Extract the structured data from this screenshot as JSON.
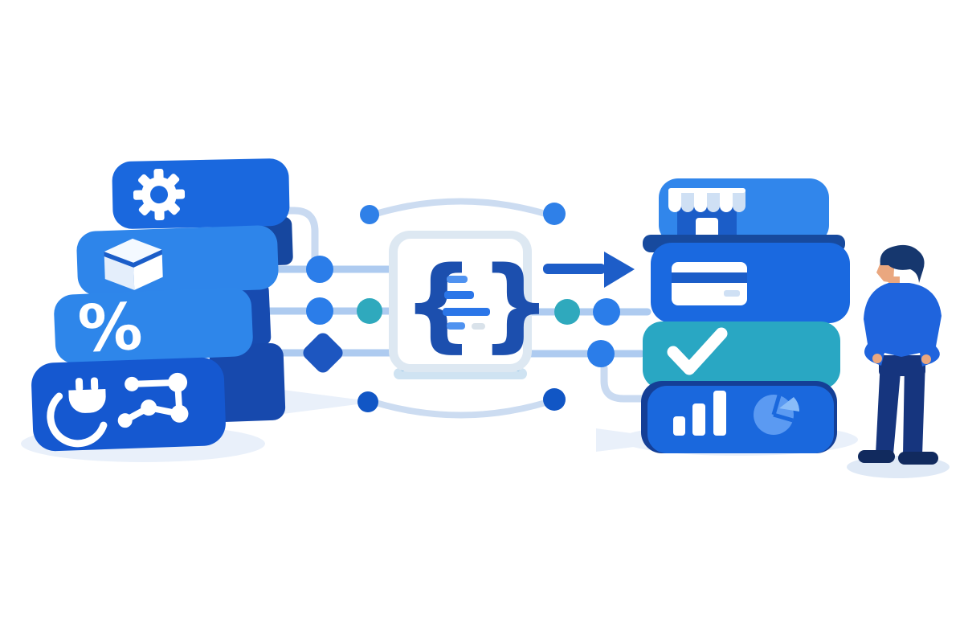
{
  "illustration": {
    "background": "#ffffff",
    "left_stack": {
      "bars": [
        {
          "icon": "gear",
          "color": "#1a68de"
        },
        {
          "icon": "cube",
          "color": "#2e85ea"
        },
        {
          "icon": "percent",
          "color": "#2e86ea",
          "glyph": "%"
        },
        {
          "icon": "plug-and-network",
          "color": "#1558d0"
        }
      ]
    },
    "processor_card": {
      "glyph_open": "{",
      "glyph_close": "}",
      "border_color": "#dde8f2",
      "brace_color": "#1c4fae",
      "code_line_colors": [
        "#4f92f0",
        "#2b76e8",
        "#2b76e8",
        "#4f92f0",
        "#d9e2ea"
      ]
    },
    "right_stack": {
      "bars": [
        {
          "icon": "storefront",
          "color": "#3186eb"
        },
        {
          "icon": "credit-card",
          "color": "#1a69e0"
        },
        {
          "icon": "checkmark",
          "color": "#29a7c3"
        },
        {
          "icon": "bar-chart-and-pie",
          "color": "#1a68dd"
        }
      ]
    },
    "connectors": {
      "line_color": "#aecbf0",
      "arc_color": "#ccdcf1",
      "arrow_color": "#1d5dc8",
      "node_blue": "#2b7de9",
      "node_teal": "#2fa9bd",
      "node_diamond": "#1d56c0",
      "dot_dark": "#1156c5"
    },
    "person": {
      "shirt": "#1f64dd",
      "pants": "#16357e",
      "hair": "#16376e",
      "skin": "#eaa77f"
    }
  }
}
